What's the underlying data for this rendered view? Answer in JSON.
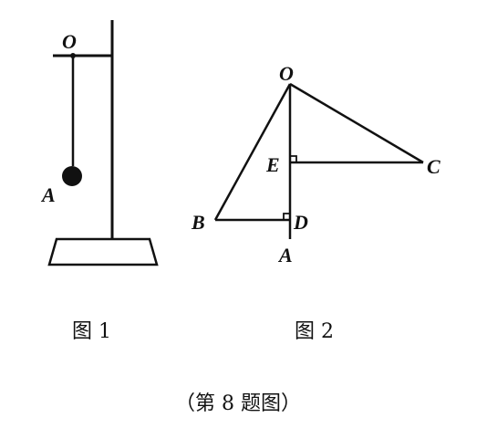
{
  "figure1": {
    "label_o": "O",
    "label_a": "A",
    "caption": "图 1"
  },
  "figure2": {
    "label_o": "O",
    "label_e": "E",
    "label_c": "C",
    "label_b": "B",
    "label_d": "D",
    "label_a": "A",
    "caption": "图 2"
  },
  "problem_caption": "（第 8 题图）"
}
